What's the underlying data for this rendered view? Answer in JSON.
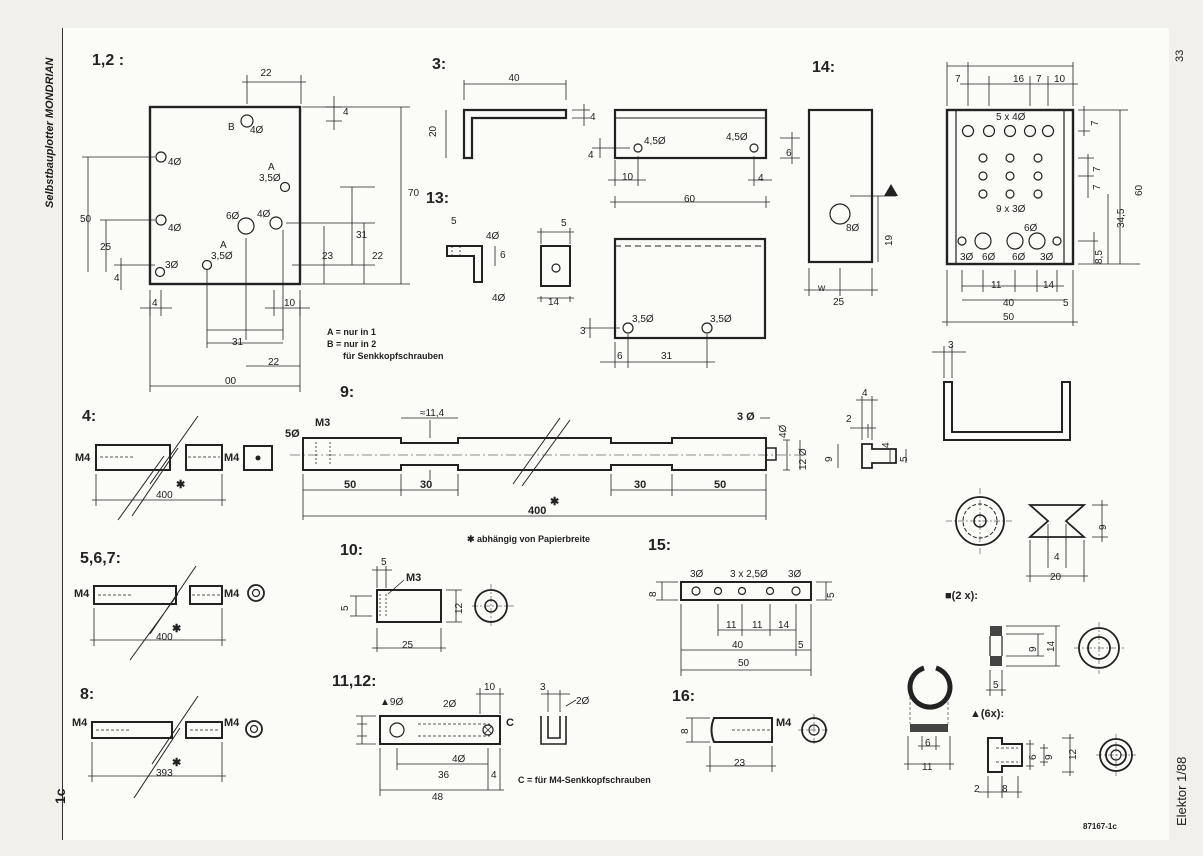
{
  "header": {
    "side_title": "Selbstbauplotter MONDRIAN",
    "page_number": "33",
    "magazine": "Elektor 1/88",
    "plate_label": "1c",
    "drawing_id": "87167-1c"
  },
  "figures": {
    "f12": "1,2 :",
    "f3": "3:",
    "f14": "14:",
    "f13": "13:",
    "f4": "4:",
    "f9": "9:",
    "f567": "5,6,7:",
    "f10": "10:",
    "f15": "15:",
    "f8": "8:",
    "f1112": "11,12:",
    "f16": "16:"
  },
  "notes": {
    "a": "A = nur in 1",
    "b": "B = nur in 2",
    "c": "für Senkkopfschrauben",
    "star": "✱ abhängig von Papierbreite",
    "c_note": "C = für M4-Senkkopfschrauben",
    "twox": "(2 x):",
    "sixx": "(6x):"
  },
  "dims": {
    "p12": {
      "w22a": "22",
      "d4a": "4",
      "lB": "B",
      "h4a": "4Ø",
      "d70": "70",
      "h4b": "4Ø",
      "lA1": "A",
      "h35a": "3,5Ø",
      "d50": "50",
      "h6": "6Ø",
      "h4c": "4Ø",
      "d31": "31",
      "h4d": "4Ø",
      "d23": "23",
      "d22b": "22",
      "d25": "25",
      "lA2": "A",
      "h35b": "3,5Ø",
      "h3": "3Ø",
      "d4b": "4",
      "d4c": "4",
      "d10": "10",
      "d31b": "31",
      "d22c": "22",
      "d00": "00"
    },
    "p3": {
      "w40": "40",
      "d20": "20",
      "d4a": "4",
      "d4b": "4",
      "h45a": "4,5Ø",
      "h45b": "4,5Ø",
      "d6": "6",
      "d10": "10",
      "d60": "60",
      "d4c": "4"
    },
    "p14a": {
      "h8": "8Ø",
      "d19": "19",
      "d25": "25",
      "w": "w"
    },
    "p14b": {
      "d7a": "7",
      "d16": "16",
      "d7b": "7",
      "d10": "10",
      "h5x4": "5 x 4Ø",
      "d7c": "7",
      "d7d": "7",
      "d7e": "7",
      "d60": "60",
      "h9x3": "9 x 3Ø",
      "d345": "34,5",
      "h6": "6Ø",
      "h3a": "3Ø",
      "h6a": "6Ø",
      "h6b": "6Ø",
      "h3b": "3Ø",
      "d85": "8,5",
      "d11": "11",
      "d14": "14",
      "d40": "40",
      "d5": "5",
      "d50": "50"
    },
    "p13": {
      "d5": "5",
      "h4a": "4Ø",
      "d6": "6",
      "h4b": "4Ø",
      "d14": "14",
      "d5b": "5"
    },
    "p3b": {
      "h35a": "3,5Ø",
      "h35b": "3,5Ø",
      "d3": "3",
      "d6": "6",
      "d31": "31"
    },
    "p4": {
      "m4a": "M4",
      "m4b": "M4",
      "d400": "400",
      "star": "✱"
    },
    "p9": {
      "m3": "M3",
      "d5": "5Ø",
      "d114": "≈11,4",
      "d3": "3 Ø",
      "d4": "4Ø",
      "d12": "12 Ø",
      "d50a": "50",
      "d30a": "30",
      "d30b": "30",
      "d50b": "50",
      "d400": "400",
      "star": "✱"
    },
    "p9s": {
      "d4a": "4",
      "d2": "2",
      "d9": "9",
      "d4b": "4",
      "d5": "5"
    },
    "p567": {
      "m4a": "M4",
      "m4b": "M4",
      "d400": "400",
      "star": "✱"
    },
    "p10": {
      "d5a": "5",
      "m3": "M3",
      "d5b": "5",
      "d12": "12",
      "d25": "25"
    },
    "p15": {
      "h3a": "3Ø",
      "h3x25": "3 x 2,5Ø",
      "h3b": "3Ø",
      "d8": "8",
      "d5a": "5",
      "d11a": "11",
      "d11b": "11",
      "d14": "14",
      "d40": "40",
      "d5b": "5",
      "d50": "50"
    },
    "p8": {
      "m4a": "M4",
      "m4b": "M4",
      "d393": "393",
      "star": "✱"
    },
    "p1112": {
      "h9": "▲9Ø",
      "h2": "2Ø",
      "d10": "10",
      "lC": "C",
      "h4": "4Ø",
      "d36": "36",
      "d4": "4",
      "d48": "48",
      "d3": "3",
      "h2b": "2Ø"
    },
    "p16": {
      "m4": "M4",
      "d8": "8",
      "d23": "23"
    },
    "pv": {
      "d9": "9",
      "d4": "4",
      "d20": "20"
    },
    "psq": {
      "d9": "9",
      "d14": "14",
      "d5": "5"
    },
    "pring": {
      "d6": "6",
      "d11": "11"
    },
    "ptri": {
      "d6": "6",
      "d9": "9",
      "d12": "12",
      "d2": "2",
      "d8": "8"
    },
    "pchan": {
      "d3": "3"
    }
  }
}
